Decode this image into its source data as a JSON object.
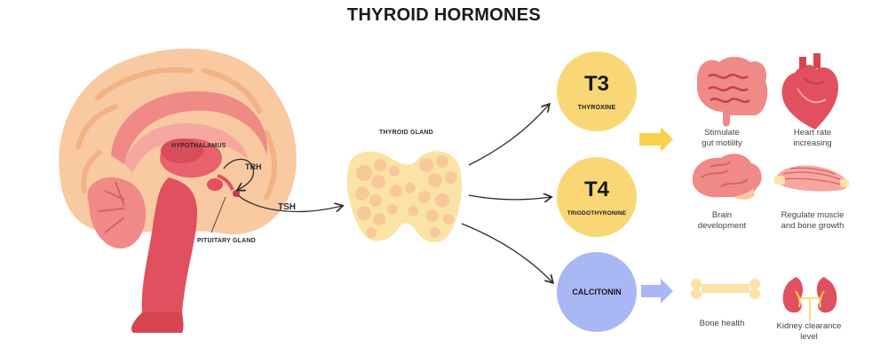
{
  "title": "THYROID HORMONES",
  "labels": {
    "hypothalamus": "HYPOTHALAMUS",
    "trh": "TRH",
    "pituitary": "PITUITARY GLAND",
    "tsh": "TSH",
    "thyroid_gland": "THYROID GLAND"
  },
  "hormones": [
    {
      "symbol": "T3",
      "name": "THYROXINE",
      "color": "#fad776"
    },
    {
      "symbol": "T4",
      "name": "TRIODOTHYRONINE",
      "color": "#fad776"
    },
    {
      "symbol": "",
      "name": "CALCITONIN",
      "color": "#a9b7f5"
    }
  ],
  "effects": [
    {
      "icon": "intestine-icon",
      "caption_line1": "Stimulate",
      "caption_line2": "gut motility"
    },
    {
      "icon": "heart-icon",
      "caption_line1": "Heart rate",
      "caption_line2": "increasing"
    },
    {
      "icon": "brain-icon",
      "caption_line1": "Brain",
      "caption_line2": "development"
    },
    {
      "icon": "muscle-icon",
      "caption_line1": "Regulate muscle",
      "caption_line2": "and bone growth"
    },
    {
      "icon": "bone-icon",
      "caption_line1": "Bone health",
      "caption_line2": ""
    },
    {
      "icon": "kidneys-icon",
      "caption_line1": "Kidney clearance",
      "caption_line2": "level"
    }
  ],
  "colors": {
    "skin": "#f9c9a2",
    "brain_pink": "#ef8a86",
    "brainstem": "#e0505e",
    "thyroid_base": "#fbe3a6",
    "thyroid_lobule": "#f7c99a",
    "arrow_yellow": "#f7d24e",
    "arrow_blue": "#a9b7f5"
  }
}
